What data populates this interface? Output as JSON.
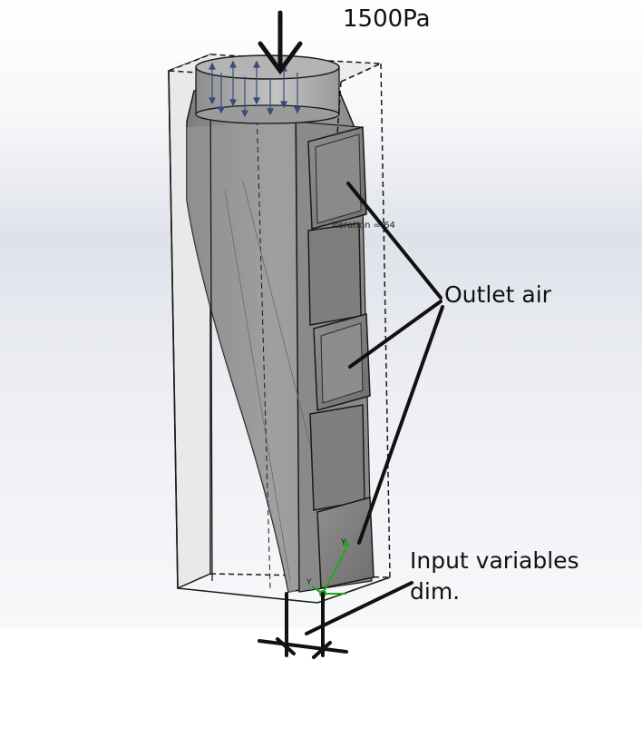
{
  "annotations": {
    "pressure": "1500Pa",
    "outlet": "Outlet air",
    "input_line1": "Input variables",
    "input_line2": "dim.",
    "iteration": "Iteration = 64"
  },
  "colors": {
    "body_gray": "#8d8d8d",
    "box_fill": "#d9d9d9",
    "outline": "#1a1a1a",
    "pressure_arrows": "#3b4a7a",
    "axis_green": "#1fa81f"
  },
  "icons": [
    "pressure-arrow-icon",
    "coordinate-triad-icon"
  ]
}
